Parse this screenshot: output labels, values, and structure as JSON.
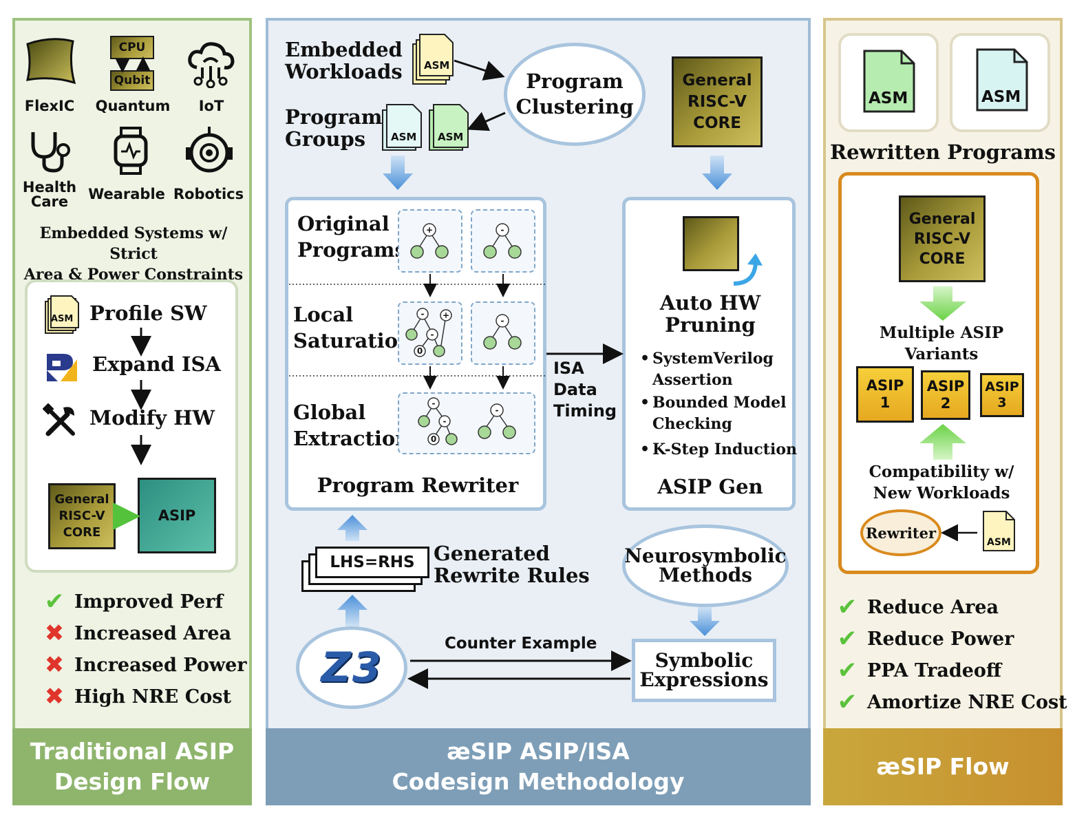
{
  "left_panel": {
    "applications": [
      {
        "label": "FlexIC",
        "icon": "flexic-icon"
      },
      {
        "label": "Quantum",
        "icon": "quantum-icon"
      },
      {
        "label": "IoT",
        "icon": "iot-icon"
      },
      {
        "label": "Health\nCare",
        "icon": "stethoscope-icon"
      },
      {
        "label": "Wearable",
        "icon": "smartwatch-icon"
      },
      {
        "label": "Robotics",
        "icon": "robot-icon"
      }
    ],
    "cpu_label": "CPU",
    "qubit_label": "Qubit",
    "constraint_text": "Embedded Systems w/ Strict\nArea & Power Constraints",
    "flow_steps": [
      "Profile SW",
      "Expand ISA",
      "Modify HW"
    ],
    "asm_label": "ASM",
    "core_label": "General\nRISC-V\nCORE",
    "asip_label": "ASIP",
    "outcomes": [
      {
        "mark": "check",
        "text": "Improved Perf"
      },
      {
        "mark": "cross",
        "text": "Increased Area"
      },
      {
        "mark": "cross",
        "text": "Increased Power"
      },
      {
        "mark": "cross",
        "text": "High NRE Cost"
      }
    ],
    "footer": "Traditional ASIP\nDesign Flow"
  },
  "middle_panel": {
    "embedded_workloads": "Embedded\nWorkloads",
    "program_groups": "Program\nGroups",
    "program_clustering": "Program\nClustering",
    "asm_label": "ASM",
    "core_label": "General\nRISC-V\nCORE",
    "rewriter_rows": [
      "Original\nPrograms",
      "Local\nSaturation",
      "Global\nExtraction"
    ],
    "rewriter_title": "Program Rewriter",
    "isa_label": "ISA\nData\nTiming",
    "asip_gen": {
      "title": "Auto HW\nPruning",
      "bullets": [
        "SystemVerilog\nAssertion",
        "Bounded Model\nChecking",
        "K-Step Induction"
      ],
      "footer": "ASIP Gen"
    },
    "rules_box": "LHS=RHS",
    "rules_text": "Generated\nRewrite Rules",
    "neurosymbolic": "Neurosymbolic\nMethods",
    "z3_label": "Z3",
    "counter_example": "Counter Example",
    "symbolic": "Symbolic\nExpressions",
    "footer": "æSIP ASIP/ISA\nCodesign Methodology"
  },
  "right_panel": {
    "asm_label": "ASM",
    "rewritten_programs": "Rewritten Programs",
    "core_label": "General\nRISC-V\nCORE",
    "variants_text": "Multiple ASIP\nVariants",
    "asips": [
      "ASIP\n1",
      "ASIP\n2",
      "ASIP\n3"
    ],
    "compat_text": "Compatibility w/\nNew Workloads",
    "rewriter_label": "Rewriter",
    "outcomes": [
      "Reduce Area",
      "Reduce Power",
      "PPA Tradeoff",
      "Amortize NRE Cost"
    ],
    "footer": "æSIP Flow"
  },
  "colors": {
    "left_bg": "#eef3e4",
    "left_border": "#9ec27f",
    "left_footer": "#8fb56d",
    "mid_bg": "#e9eff5",
    "mid_border": "#9fbcd6",
    "mid_footer": "#7e9eb7",
    "right_bg": "#f6f3e6",
    "right_border": "#d8c58a",
    "right_footer": "#c99a35",
    "box_border": "#a8c4de",
    "orange_border": "#d98a1e"
  }
}
